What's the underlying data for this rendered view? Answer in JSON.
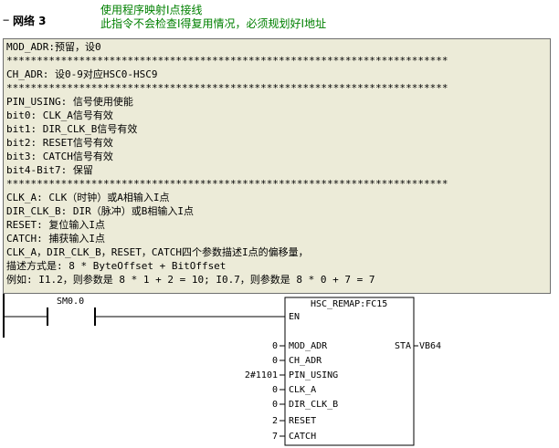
{
  "network": {
    "toggle": "−",
    "label": "网络 3",
    "title_lines": [
      "使用程序映射I点接线",
      "此指令不会检查I得复用情况，必须规划好I地址"
    ]
  },
  "comment_lines": [
    "MOD_ADR:预留，设0",
    "*************************************************************************",
    "CH_ADR: 设0-9对应HSC0-HSC9",
    "*************************************************************************",
    "PIN_USING: 信号使用使能",
    "bit0: CLK_A信号有效",
    "bit1: DIR_CLK_B信号有效",
    "bit2: RESET信号有效",
    "bit3: CATCH信号有效",
    "bit4-Bit7: 保留",
    "*************************************************************************",
    "CLK_A: CLK（时钟）或A相输入I点",
    "DIR_CLK_B: DIR（脉冲）或B相输入I点",
    "RESET: 复位输入I点",
    "CATCH: 捕获输入I点",
    "CLK_A，DIR_CLK_B，RESET，CATCH四个参数描述I点的偏移量，",
    "描述方式是: 8 * ByteOffset + BitOffset",
    "例如: I1.2，则参数是 8 * 1 + 2 = 10; I0.7，则参数是 8 * 0 + 7 = 7"
  ],
  "ladder": {
    "contact_label": "SM0.0",
    "block_title": "HSC_REMAP:FC15",
    "en_label": "EN",
    "outputs": [
      {
        "pin": "STA",
        "value": "VB64"
      }
    ],
    "inputs": [
      {
        "pin": "MOD_ADR",
        "value": "0"
      },
      {
        "pin": "CH_ADR",
        "value": "0"
      },
      {
        "pin": "PIN_USING",
        "value": "2#1101"
      },
      {
        "pin": "CLK_A",
        "value": "0"
      },
      {
        "pin": "DIR_CLK_B",
        "value": "0"
      },
      {
        "pin": "RESET",
        "value": "2"
      },
      {
        "pin": "CATCH",
        "value": "7"
      }
    ]
  },
  "colors": {
    "title_green": "#008000",
    "comment_bg": "#ecebd8",
    "line": "#000000"
  }
}
